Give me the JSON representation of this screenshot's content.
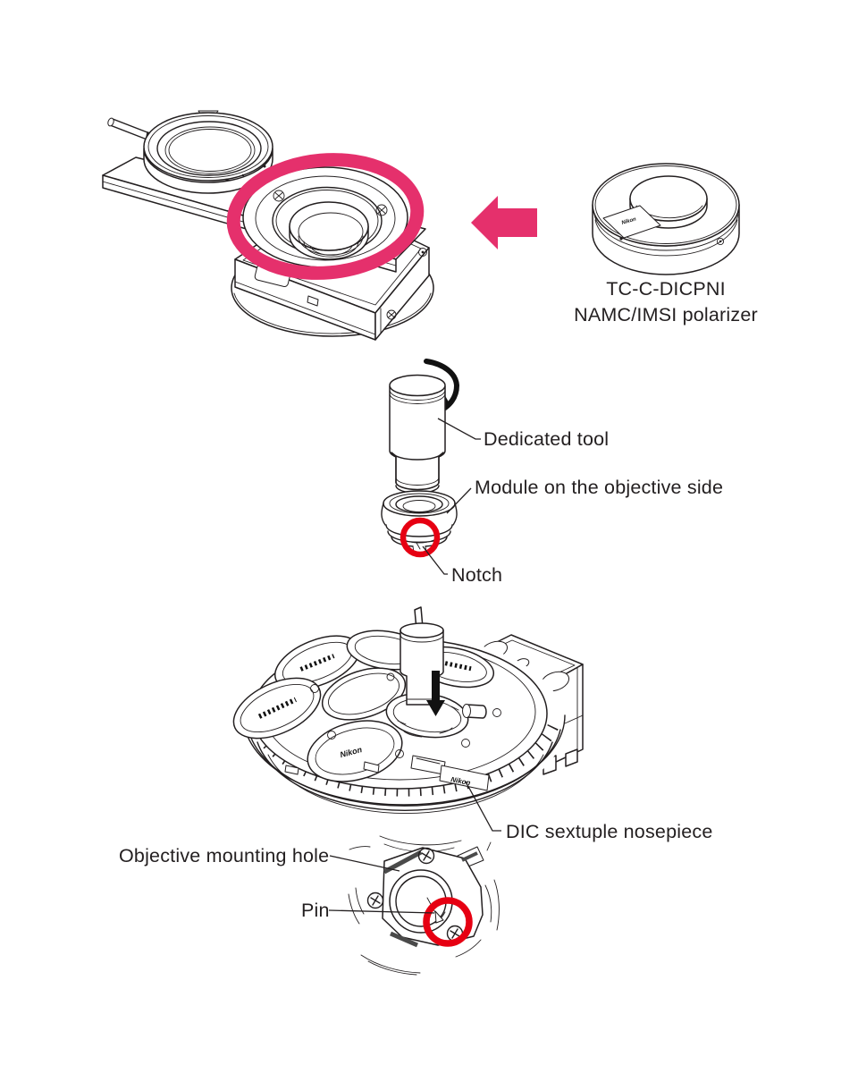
{
  "figure": {
    "background_color": "#FFFFFF",
    "line_color": "#231F20",
    "highlight_pink": "#E5306C",
    "highlight_red": "#E60012"
  },
  "brand": {
    "name": "Nikon"
  },
  "step_polarizer": {
    "arrow_icon": "left-arrow",
    "part_name_line1": "TC-C-DICPNI",
    "part_name_line2": "NAMC/IMSI polarizer"
  },
  "step_module": {
    "rotate_icon": "clockwise-rotation-arrow",
    "dedicated_tool_label": "Dedicated tool",
    "module_label": "Module on the objective side",
    "notch_label": "Notch"
  },
  "step_nosepiece": {
    "insert_icon": "down-arrow",
    "nosepiece_label": "DIC sextuple nosepiece",
    "objective_mounting_hole_label": "Objective mounting hole",
    "pin_label": "Pin"
  }
}
